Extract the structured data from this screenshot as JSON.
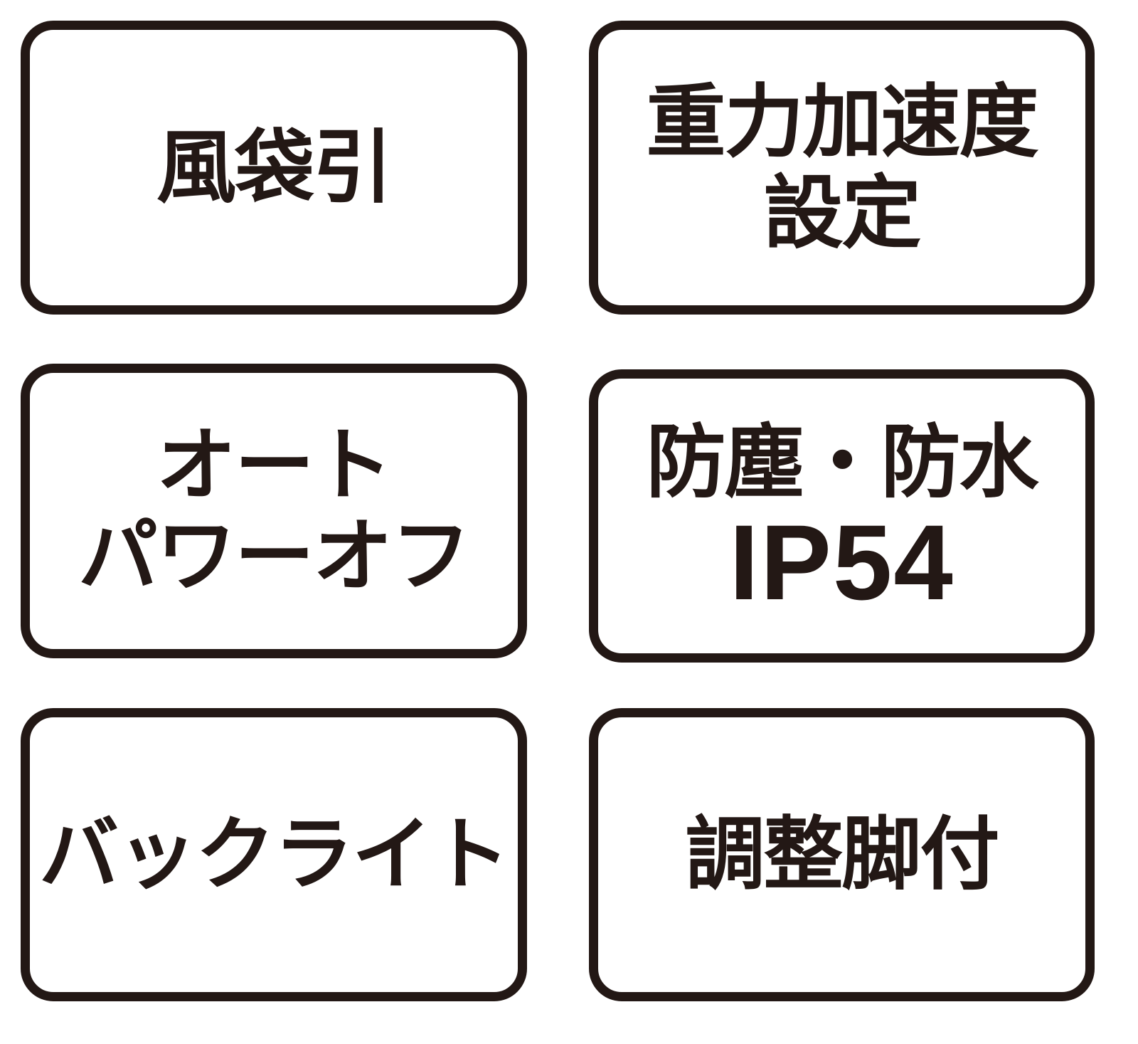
{
  "theme": {
    "ink_color": "#231815",
    "background_color": "#ffffff"
  },
  "badges": [
    {
      "id": "windbag-pull",
      "lines": [
        "風袋引"
      ]
    },
    {
      "id": "gravity-acceleration-setting",
      "lines": [
        "重力加速度",
        "設定"
      ]
    },
    {
      "id": "auto-power-off",
      "lines": [
        "オート",
        "パワーオフ"
      ]
    },
    {
      "id": "dust-water-proof",
      "lines": [
        "防塵・防水",
        "IP54"
      ]
    },
    {
      "id": "backlight",
      "lines": [
        "バックライト"
      ]
    },
    {
      "id": "adjustable-feet",
      "lines": [
        "調整脚付"
      ]
    }
  ]
}
